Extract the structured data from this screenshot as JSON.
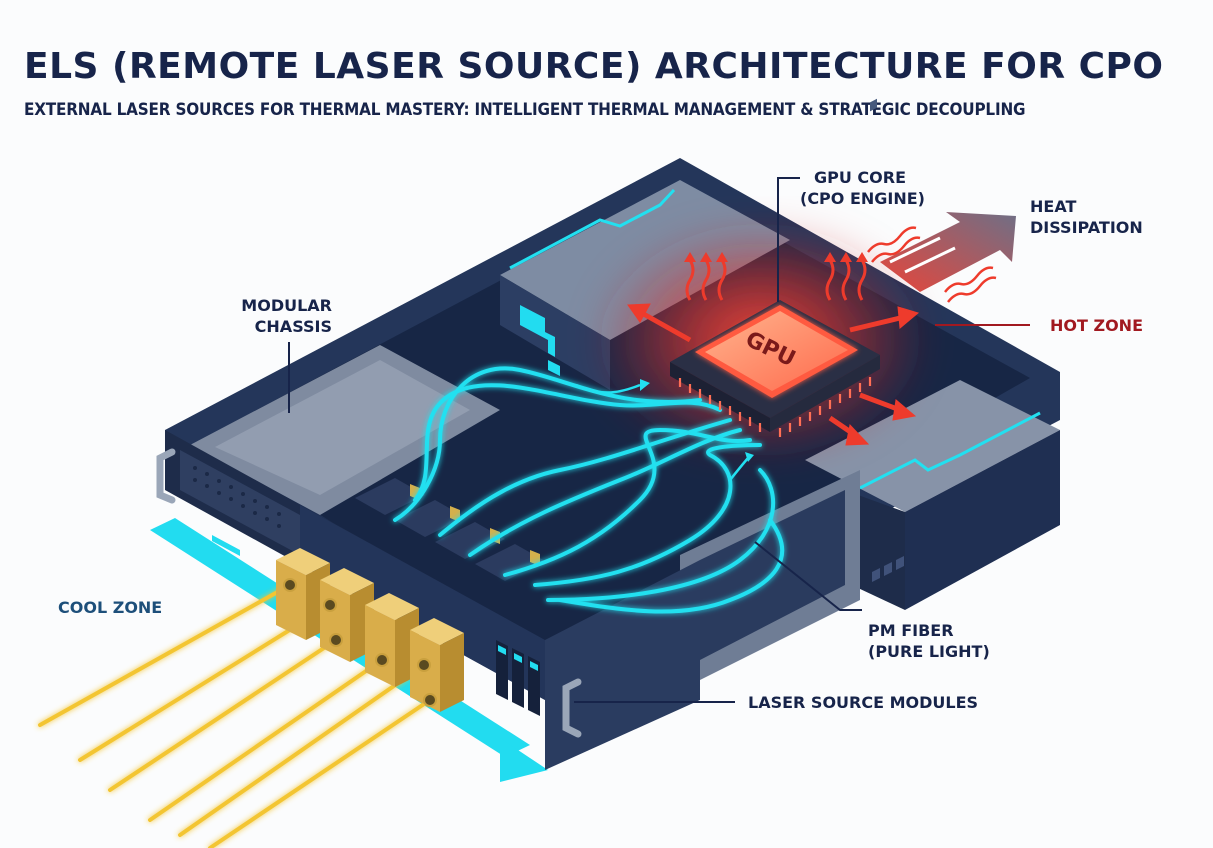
{
  "header": {
    "title": "ELS (REMOTE LASER SOURCE) ARCHITECTURE FOR CPO",
    "subtitle": "EXTERNAL LASER SOURCES FOR THERMAL MASTERY: INTELLIGENT THERMAL MANAGEMENT & STRATEGIC DECOUPLING"
  },
  "labels": {
    "gpu_core_line1": "GPU CORE",
    "gpu_core_line2": "(CPO ENGINE)",
    "heat_line1": "HEAT",
    "heat_line2": "DISSIPATION",
    "hot_zone": "HOT ZONE",
    "modular_line1": "MODULAR",
    "modular_line2": "CHASSIS",
    "cool_zone": "COOL ZONE",
    "pm_fiber_line1": "PM FIBER",
    "pm_fiber_line2": "(PURE LIGHT)",
    "laser_modules": "LASER SOURCE MODULES",
    "gpu_chip_text": "GPU"
  },
  "components": {
    "laser_module_count": 4,
    "drive_bay_count": 3
  },
  "colors": {
    "title": "#17244a",
    "hot_zone": "#a11920",
    "cool_zone": "#1d4f7a",
    "fiber_cyan": "#22e0f0",
    "laser_yellow": "#f3c531",
    "module_gold": "#d9ad4a",
    "chassis_dark": "#1e2c4a",
    "chassis_gray": "#7d8ba0",
    "hot_red": "#ee3b2c"
  }
}
